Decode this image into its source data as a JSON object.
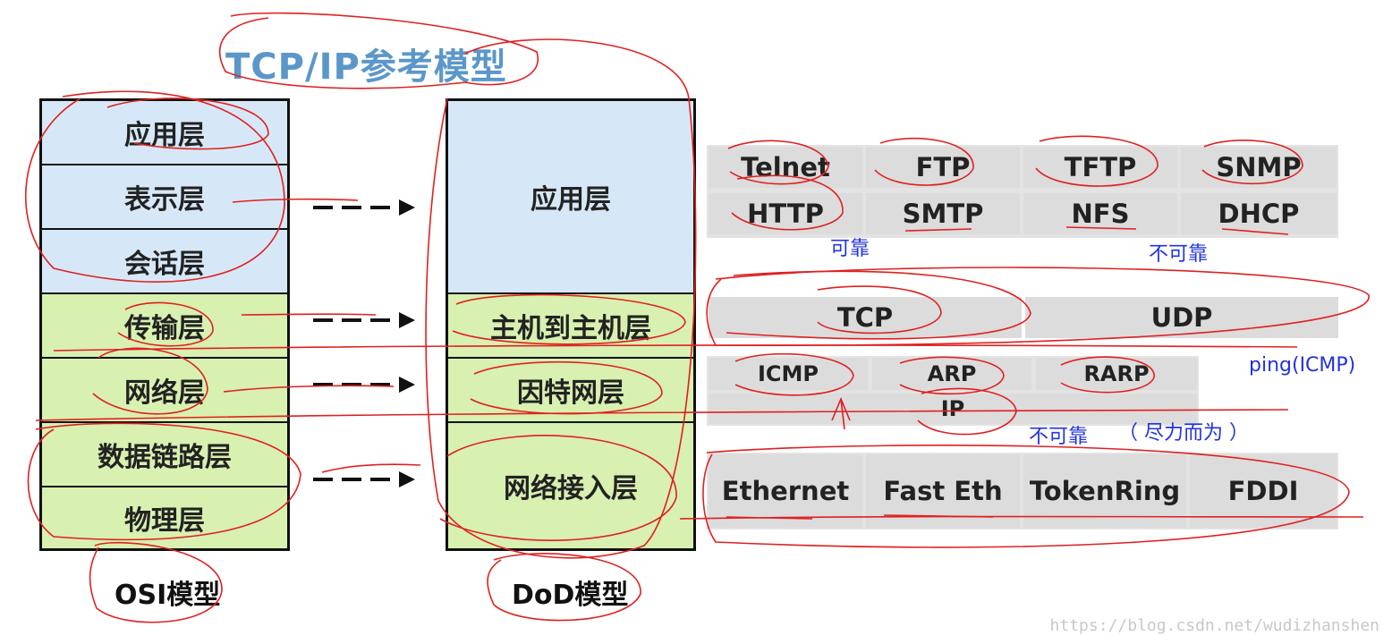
{
  "title": "TCP/IP参考模型",
  "osi": {
    "caption": "OSI模型",
    "layers": [
      "应用层",
      "表示层",
      "会话层",
      "传输层",
      "网络层",
      "数据链路层",
      "物理层"
    ]
  },
  "dod": {
    "caption": "DoD模型",
    "layers": [
      "应用层",
      "主机到主机层",
      "因特网层",
      "网络接入层"
    ]
  },
  "protocols": {
    "application_row1": [
      "Telnet",
      "FTP",
      "TFTP",
      "SNMP"
    ],
    "application_row2": [
      "HTTP",
      "SMTP",
      "NFS",
      "DHCP"
    ],
    "transport": [
      "TCP",
      "UDP"
    ],
    "internet_top": [
      "ICMP",
      "ARP",
      "RARP"
    ],
    "internet_bottom": "IP",
    "network_access": [
      "Ethernet",
      "Fast Eth",
      "TokenRing",
      "FDDI"
    ]
  },
  "notes": {
    "reliable": "可靠",
    "unreliable_app": "不可靠",
    "ping": "ping(ICMP)",
    "unreliable_ip": "不可靠",
    "best_effort": "（ 尽力而为 ）"
  },
  "watermark": "https://blog.csdn.net/wudizhanshen",
  "colors": {
    "upper_layers": "#d6e8f8",
    "lower_layers": "#d8f0b0",
    "annotation_ink": "#e02020",
    "note_text": "#2233dd"
  }
}
